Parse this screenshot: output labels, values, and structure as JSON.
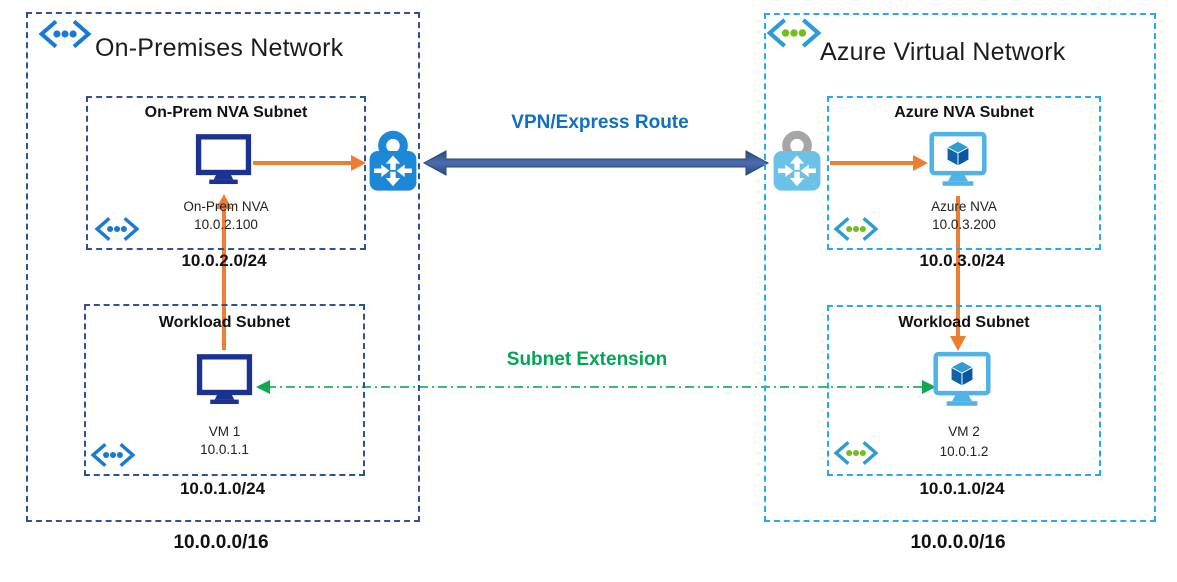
{
  "diagram_title": "On-Premises to Azure subnet extension diagram",
  "onprem": {
    "title": "On-Premises Network",
    "cidr": "10.0.0.0/16",
    "nva_subnet": {
      "title": "On-Prem NVA Subnet",
      "device": "On-Prem NVA",
      "ip": "10.0.2.100",
      "cidr": "10.0.2.0/24"
    },
    "workload_subnet": {
      "title": "Workload Subnet",
      "device": "VM 1",
      "ip": "10.0.1.1",
      "cidr": "10.0.1.0/24"
    }
  },
  "azure": {
    "title": "Azure Virtual Network",
    "cidr": "10.0.0.0/16",
    "nva_subnet": {
      "title": "Azure NVA Subnet",
      "device": "Azure NVA",
      "ip": "10.0.3.200",
      "cidr": "10.0.3.0/24"
    },
    "workload_subnet": {
      "title": "Workload Subnet",
      "device": "VM 2",
      "ip": "10.0.1.2",
      "cidr": "10.0.1.0/24"
    }
  },
  "connections": {
    "vpn_label": "VPN/Express Route",
    "subnet_extension_label": "Subnet Extension"
  },
  "icons": {
    "network_icon": "angle-brackets-with-three-dots",
    "onprem_device_icon": "desktop-monitor",
    "azure_device_icon": "monitor-with-3d-cube",
    "gateway_icon": "padlock-with-routing-arrows"
  },
  "colors": {
    "onprem_border": "#2E5394",
    "azure_border": "#29A9E8",
    "orange_arrow": "#ED7D31",
    "vpn_arrow": "#3C5B9F",
    "vpn_label": "#0F6FC5",
    "extension_label": "#00A651",
    "extension_line": "#3CB878",
    "onprem_device": "#1B3193",
    "azure_device": "#4FB3E8",
    "cube_dark": "#0F63AC",
    "lock_blue": "#1E88D8",
    "lock_light_blue": "#6BC2E8",
    "lock_gray_shackle": "#A6A6A6",
    "bracket_blue": "#1979D6",
    "bracket_cyan": "#2E9BD5",
    "dot_green": "#76BC21"
  }
}
